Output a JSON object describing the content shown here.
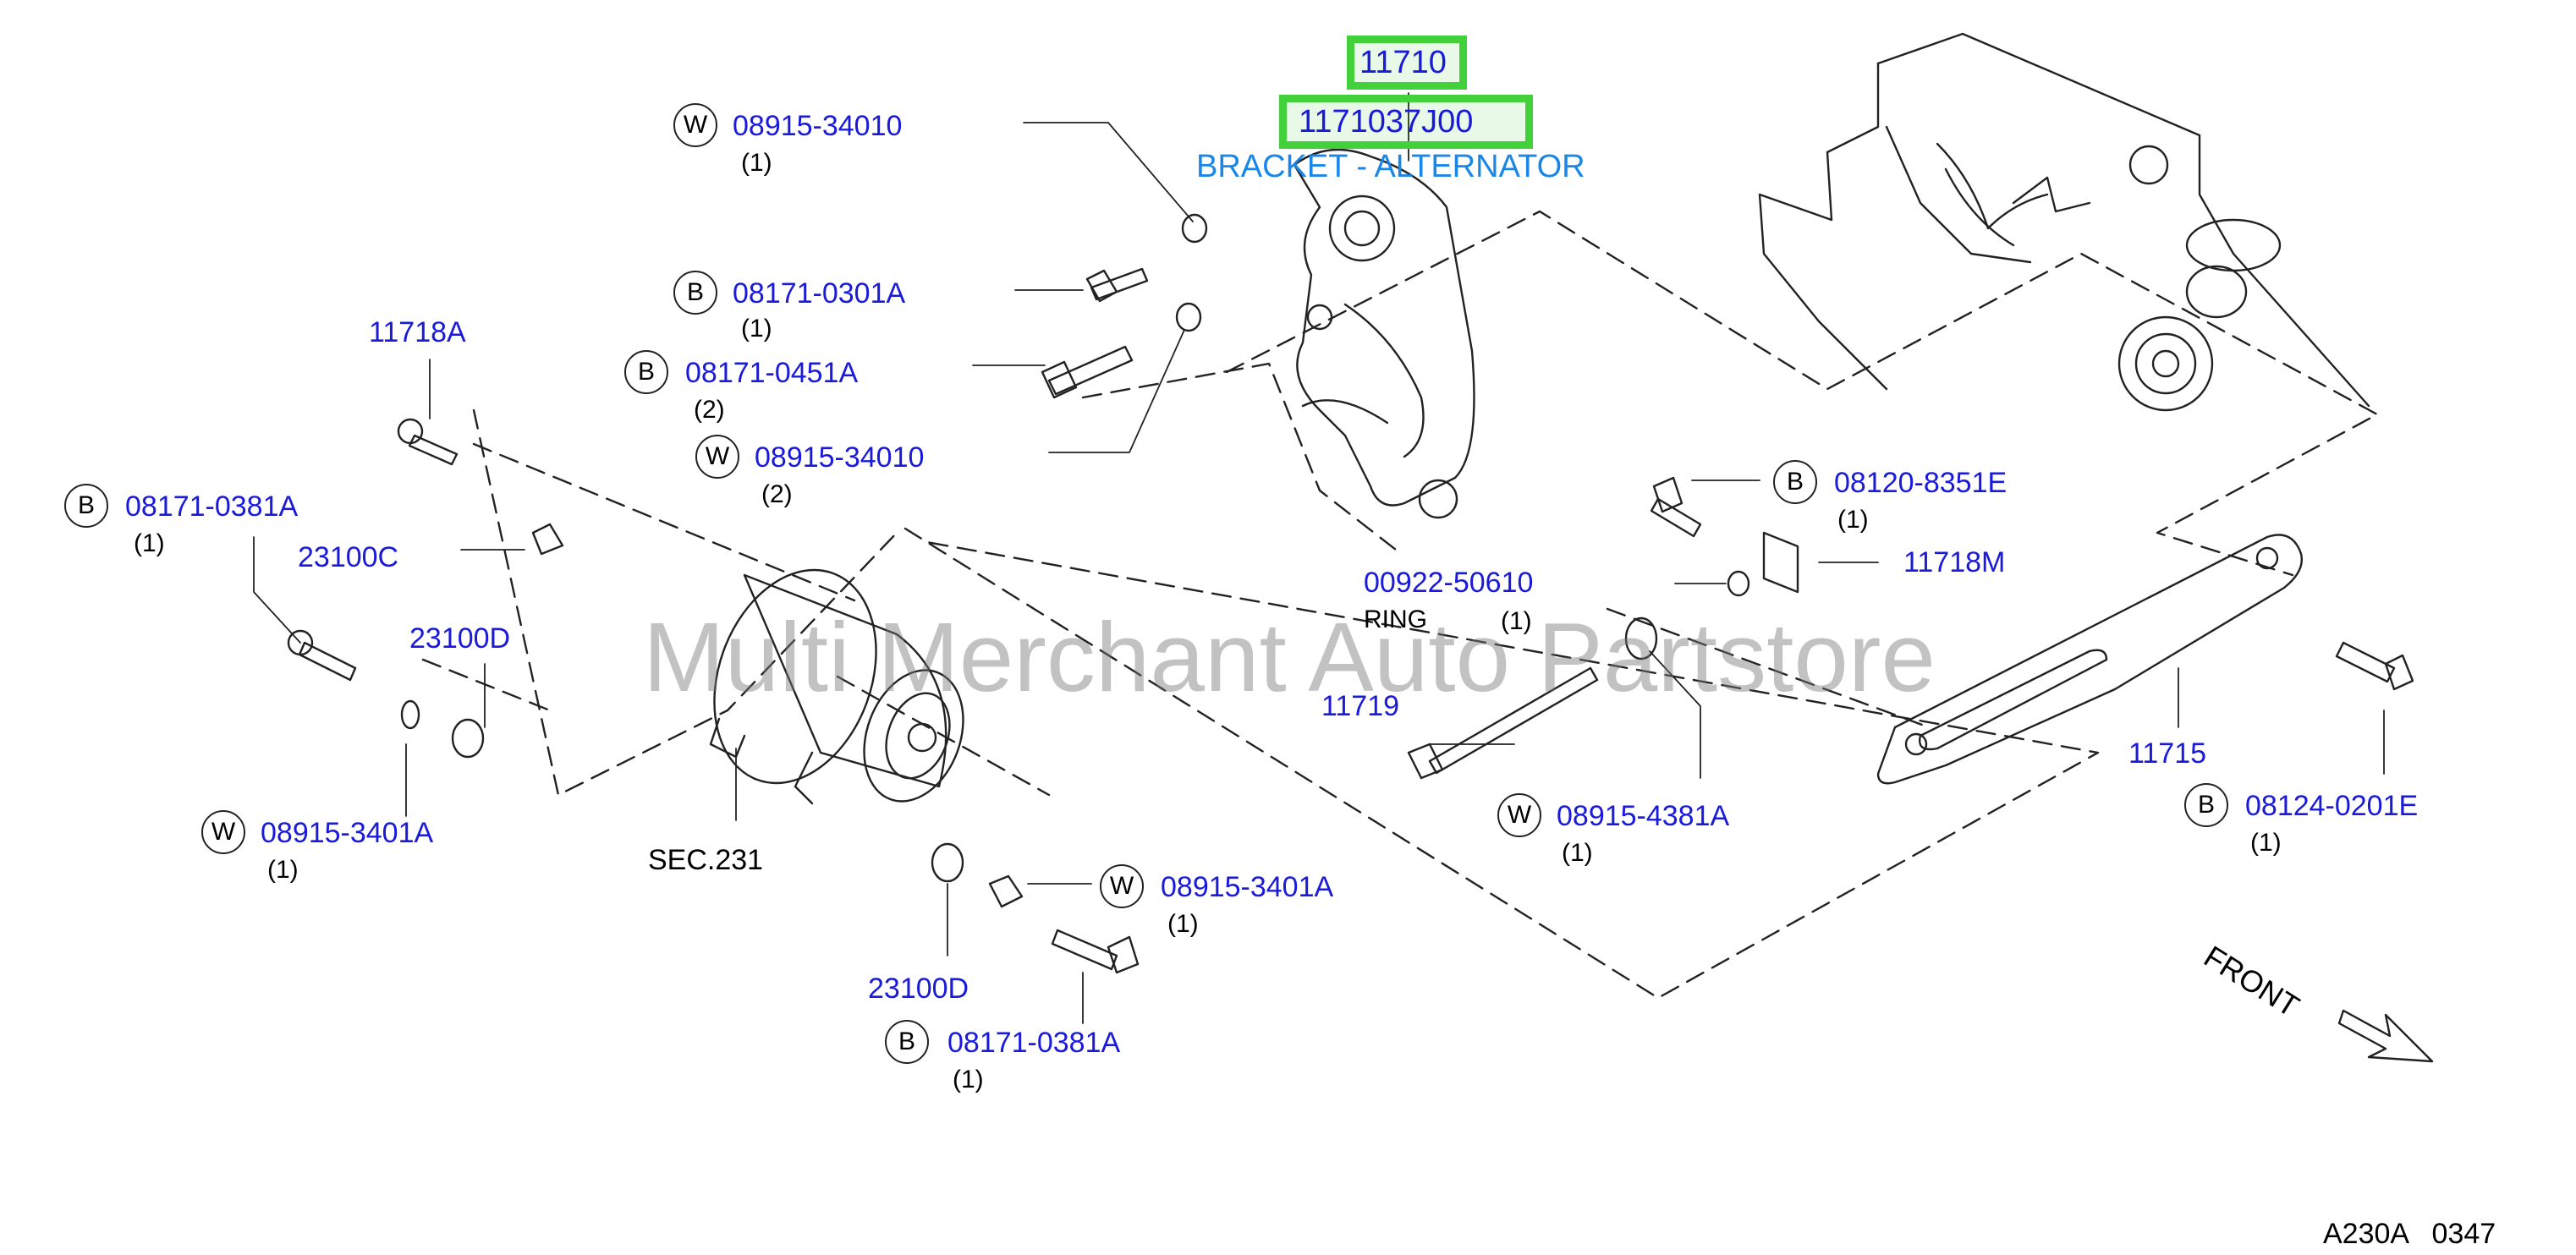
{
  "highlight": {
    "part_no": "11710",
    "full_no": "1171037J00",
    "description": "BRACKET - ALTERNATOR"
  },
  "callouts": [
    {
      "key": "w1",
      "prefix": "W",
      "part": "08915-34010",
      "qty": "(1)"
    },
    {
      "key": "b1",
      "prefix": "B",
      "part": "08171-0301A",
      "qty": "(1)"
    },
    {
      "key": "b2",
      "prefix": "B",
      "part": "08171-0451A",
      "qty": "(2)"
    },
    {
      "key": "w2",
      "prefix": "W",
      "part": "08915-34010",
      "qty": "(2)"
    },
    {
      "key": "p11718a",
      "prefix": "",
      "part": "11718A",
      "qty": ""
    },
    {
      "key": "b3",
      "prefix": "B",
      "part": "08171-0381A",
      "qty": "(1)"
    },
    {
      "key": "p23100c",
      "prefix": "",
      "part": "23100C",
      "qty": ""
    },
    {
      "key": "p23100d1",
      "prefix": "",
      "part": "23100D",
      "qty": ""
    },
    {
      "key": "w3",
      "prefix": "W",
      "part": "08915-3401A",
      "qty": "(1)"
    },
    {
      "key": "w4",
      "prefix": "W",
      "part": "08915-3401A",
      "qty": "(1)"
    },
    {
      "key": "p23100d2",
      "prefix": "",
      "part": "23100D",
      "qty": ""
    },
    {
      "key": "b4",
      "prefix": "B",
      "part": "08171-0381A",
      "qty": "(1)"
    },
    {
      "key": "b5",
      "prefix": "B",
      "part": "08120-8351E",
      "qty": "(1)"
    },
    {
      "key": "p11718m",
      "prefix": "",
      "part": "11718M",
      "qty": ""
    },
    {
      "key": "ring",
      "prefix": "",
      "part": "00922-50610",
      "qty": "(1)",
      "name": "RING"
    },
    {
      "key": "p11719",
      "prefix": "",
      "part": "11719",
      "qty": ""
    },
    {
      "key": "w5",
      "prefix": "W",
      "part": "08915-4381A",
      "qty": "(1)"
    },
    {
      "key": "p11715",
      "prefix": "",
      "part": "11715",
      "qty": ""
    },
    {
      "key": "b6",
      "prefix": "B",
      "part": "08124-0201E",
      "qty": "(1)"
    }
  ],
  "section_ref": "SEC.231",
  "front_label": "FRONT",
  "diagram_code": "A230A   0347",
  "watermark": "Multi Merchant Auto Partstore",
  "colors": {
    "part_link": "#1a1adb",
    "description": "#1a86e8",
    "highlight_border": "#43d13b"
  }
}
